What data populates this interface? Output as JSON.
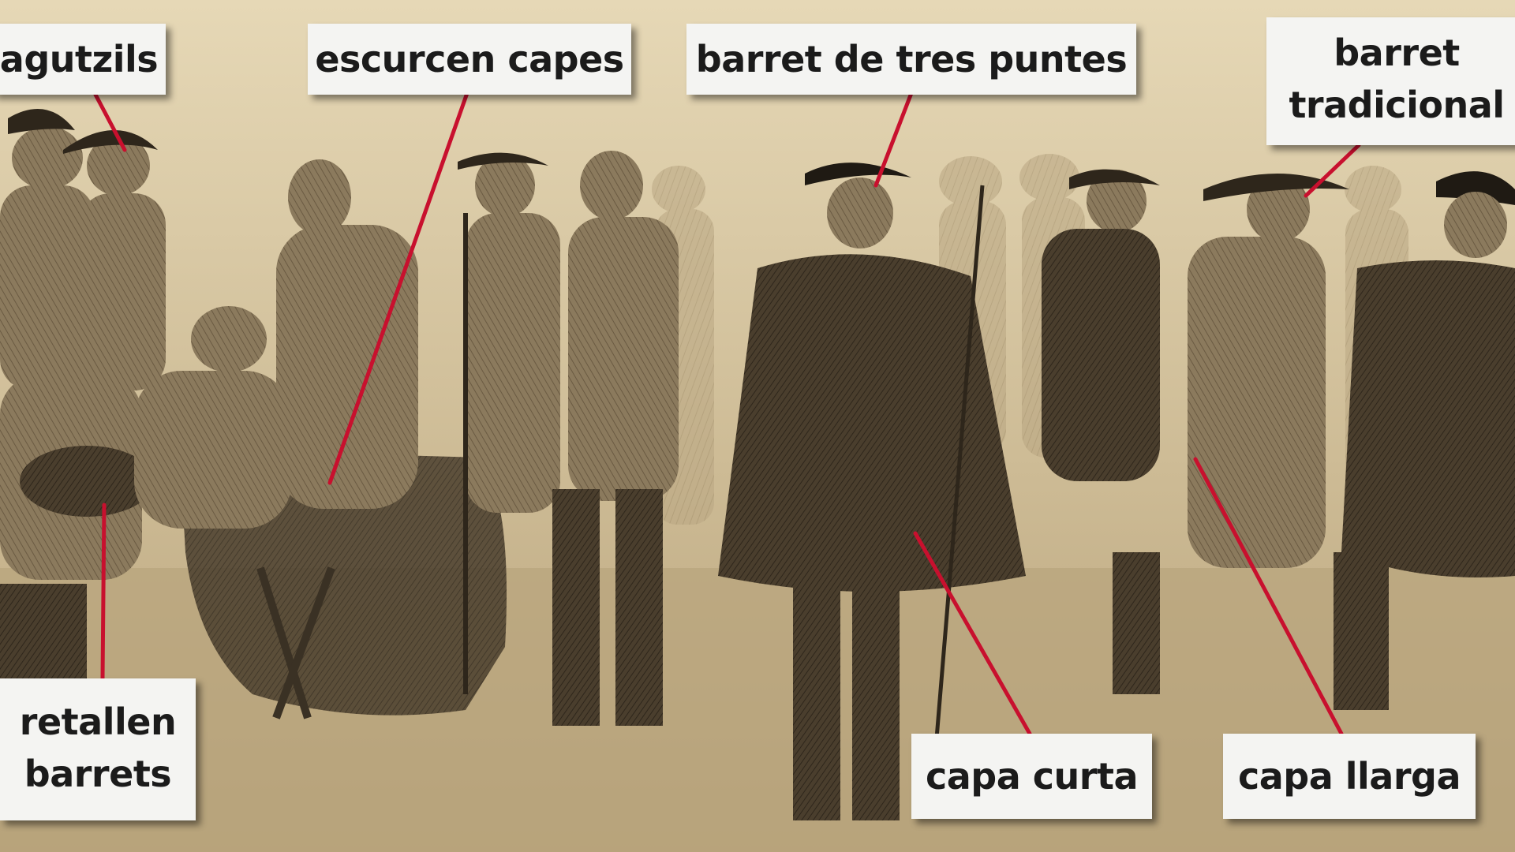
{
  "image": {
    "description_type": "annotated-engraving",
    "accent_color": "#c8102e",
    "paper_color": "#cdbb95",
    "ink_color": "#3a3124"
  },
  "labels": {
    "agutzils": "agutzils",
    "escurcen_capes": "escurcen capes",
    "barret_tres_puntes": "barret de tres puntes",
    "barret_tradicional_1": "barret",
    "barret_tradicional_2": "tradicional",
    "retallen_barrets_1": "retallen",
    "retallen_barrets_2": "barrets",
    "capa_curta": "capa curta",
    "capa_llarga": "capa llarga"
  }
}
